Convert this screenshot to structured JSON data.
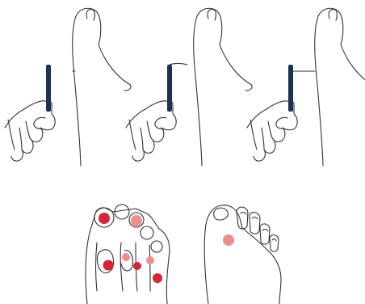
{
  "figure": {
    "panels": [
      {
        "id": "test-step-1",
        "content": "monofilament-pressing-toe",
        "filament_state": "straight"
      },
      {
        "id": "test-step-2",
        "content": "monofilament-pressing-toe",
        "filament_state": "bent"
      },
      {
        "id": "test-step-3",
        "content": "monofilament-pressing-toe",
        "filament_state": "released"
      }
    ],
    "feet": [
      {
        "id": "plantar-view",
        "view": "sole",
        "test_sites": 7
      },
      {
        "id": "dorsal-view",
        "view": "top",
        "test_sites": 1
      }
    ],
    "colors": {
      "outline": "#333333",
      "monofilament": "#1d3252",
      "test_site_primary": "#d8233a",
      "test_site_secondary": "#f08c8c"
    }
  }
}
